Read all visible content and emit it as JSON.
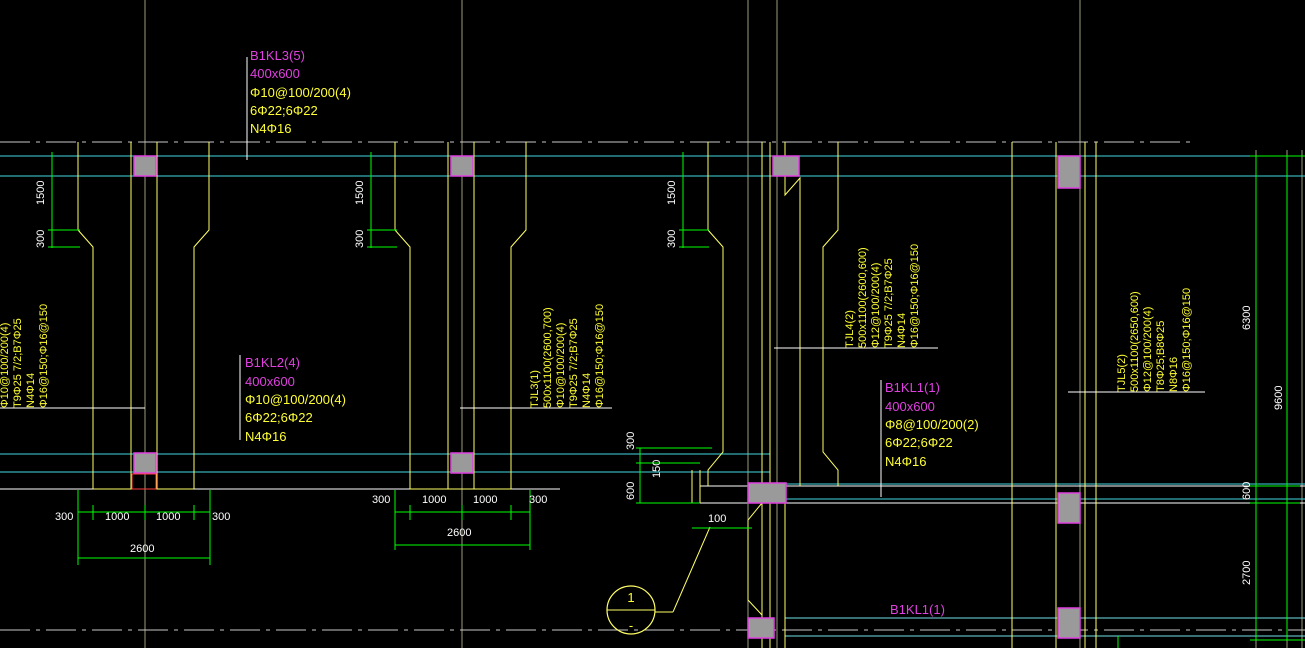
{
  "beams": {
    "b1kl3": {
      "line1": "B1KL3(5)",
      "line2": "400x600",
      "line3": "Φ10@100/200(4)",
      "line4": "6Φ22;6Φ22",
      "line5": "N4Φ16"
    },
    "b1kl2": {
      "line1": "B1KL2(4)",
      "line2": "400x600",
      "line3": "Φ10@100/200(4)",
      "line4": "6Φ22;6Φ22",
      "line5": "N4Φ16"
    },
    "b1kl1": {
      "line1": "B1KL1(1)",
      "line2": "400x600",
      "line3": "Φ8@100/200(2)",
      "line4": "6Φ22;6Φ22",
      "line5": "N4Φ16"
    },
    "b1kl1_bottom": {
      "line1": "B1KL1(1)"
    }
  },
  "foundation_beams": {
    "left_partial": {
      "l1": "Φ10@100/200(4)",
      "l2": "T9Φ25 7/2;B7Φ25",
      "l3": "N4Φ14",
      "l4": "Φ16@150;Φ16@150"
    },
    "tjl3": {
      "l1": "TJL3(1)",
      "l2": "500x1100(2600,700)",
      "l3": "Φ10@100/200(4)",
      "l4": "T9Φ25 7/2;B7Φ25",
      "l5": "N4Φ14",
      "l6": "Φ16@150;Φ16@150"
    },
    "tjl4": {
      "l1": "TJL4(2)",
      "l2": "500x1100(2600,600)",
      "l3": "Φ12@100/200(4)",
      "l4": "T9Φ25 7/2;B7Φ25",
      "l5": "N4Φ14",
      "l6": "Φ16@150;Φ16@150"
    },
    "tjl5": {
      "l1": "TJL5(2)",
      "l2": "500x1100(2650,600)",
      "l3": "Φ12@100/200(4)",
      "l4": "T8Φ25;B8Φ25",
      "l5": "N8Φ16",
      "l6": "Φ16@150;Φ16@150"
    }
  },
  "dimensions": {
    "d1500": "1500",
    "d300": "300",
    "d1000": "1000",
    "d2600": "2600",
    "d150": "150",
    "d600": "600",
    "d100": "100",
    "d6300": "6300",
    "d9600": "9600",
    "d2700": "2700"
  },
  "section_marker": {
    "top": "1",
    "bottom": "-"
  },
  "colors": {
    "background": "#000000",
    "beam_label": "#e040e0",
    "foundation_label": "#ffff33",
    "dimension": "#00ff00",
    "axis": "#c8c8c8",
    "beam_line": "#3fd7e0",
    "column": "#9a9a9a"
  }
}
